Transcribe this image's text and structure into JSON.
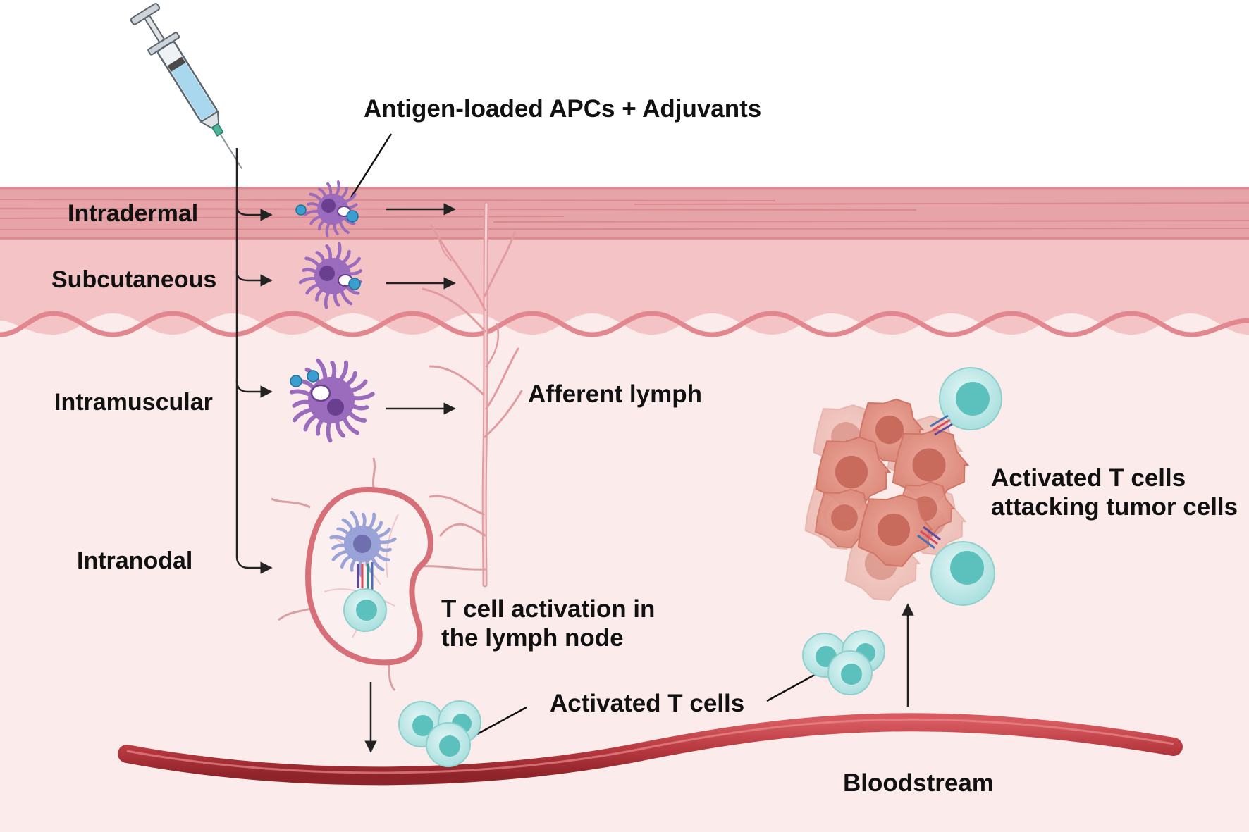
{
  "labels": {
    "antigen_apcs": "Antigen-loaded APCs + Adjuvants",
    "intradermal": "Intradermal",
    "subcutaneous": "Subcutaneous",
    "intramuscular": "Intramuscular",
    "intranodal": "Intranodal",
    "afferent_lymph": "Afferent lymph",
    "t_cell_activation_line1": "T cell activation in",
    "t_cell_activation_line2": "the lymph node",
    "activated_t_cells": "Activated T cells",
    "attacking_line1": "Activated T cells",
    "attacking_line2": "attacking tumor cells",
    "bloodstream": "Bloodstream"
  },
  "colors": {
    "epidermis": "#e7a4a8",
    "dermis": "#f4c3c5",
    "muscle_tissue": "#fbeceb",
    "wave_edge": "#e08088",
    "apc": "#9b6bbd",
    "apc_nucleus": "#6a3f8f",
    "adjuvant": "#3a9fd0",
    "t_cell": "#bfeaea",
    "t_cell_nucleus": "#5cc1bd",
    "tumor": "#e39a8e",
    "vessel": "#b5373e",
    "lymph_vessel": "#e5a0a5"
  }
}
